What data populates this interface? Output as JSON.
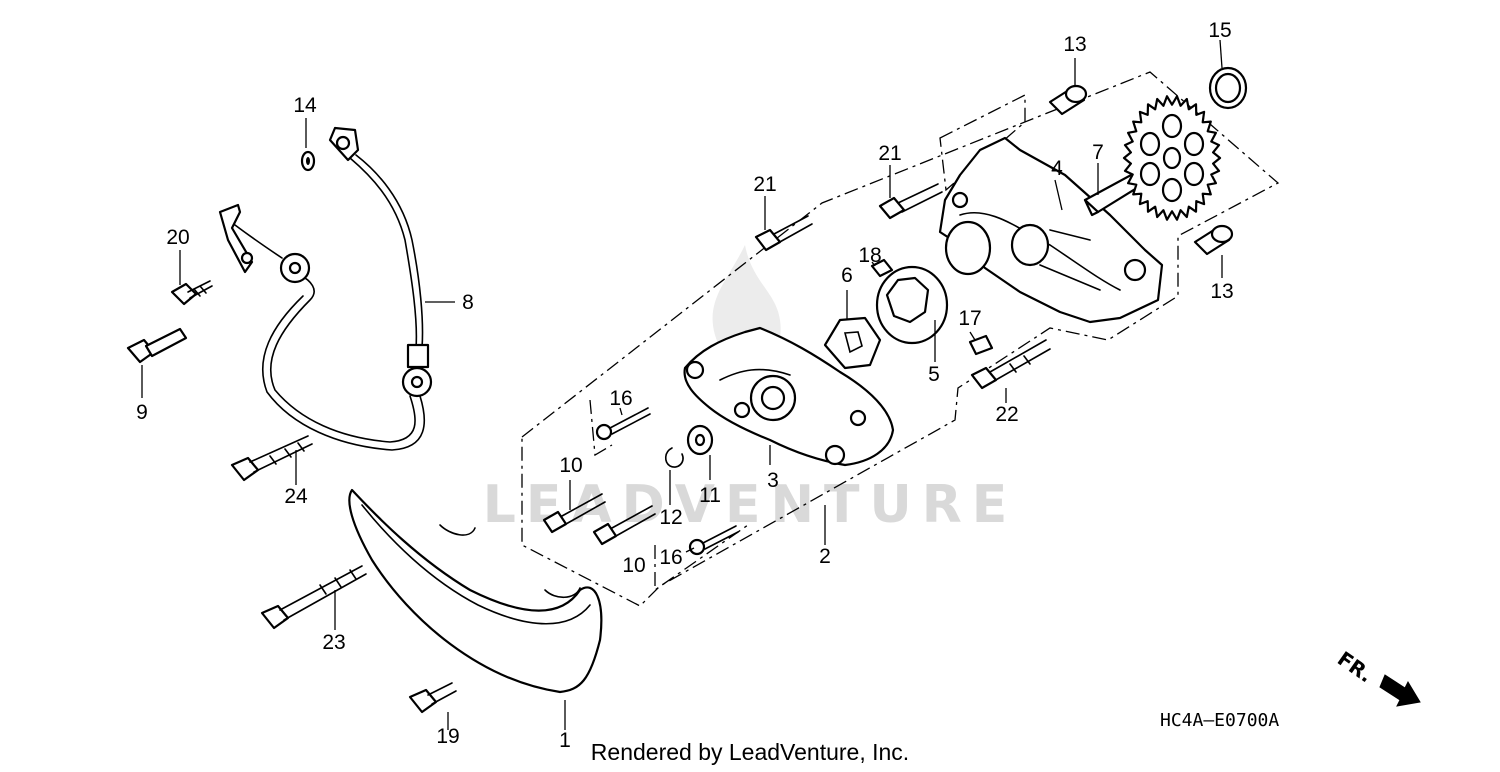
{
  "diagram": {
    "callouts": [
      {
        "id": "c1",
        "text": "1"
      },
      {
        "id": "c2",
        "text": "2"
      },
      {
        "id": "c3",
        "text": "3"
      },
      {
        "id": "c4",
        "text": "4"
      },
      {
        "id": "c5",
        "text": "5"
      },
      {
        "id": "c6",
        "text": "6"
      },
      {
        "id": "c7",
        "text": "7"
      },
      {
        "id": "c8",
        "text": "8"
      },
      {
        "id": "c9",
        "text": "9"
      },
      {
        "id": "c10a",
        "text": "10"
      },
      {
        "id": "c10b",
        "text": "10"
      },
      {
        "id": "c11",
        "text": "11"
      },
      {
        "id": "c12",
        "text": "12"
      },
      {
        "id": "c13a",
        "text": "13"
      },
      {
        "id": "c13b",
        "text": "13"
      },
      {
        "id": "c14",
        "text": "14"
      },
      {
        "id": "c15",
        "text": "15"
      },
      {
        "id": "c16a",
        "text": "16"
      },
      {
        "id": "c16b",
        "text": "16"
      },
      {
        "id": "c17",
        "text": "17"
      },
      {
        "id": "c18",
        "text": "18"
      },
      {
        "id": "c19",
        "text": "19"
      },
      {
        "id": "c20",
        "text": "20"
      },
      {
        "id": "c21a",
        "text": "21"
      },
      {
        "id": "c21b",
        "text": "21"
      },
      {
        "id": "c22",
        "text": "22"
      },
      {
        "id": "c23",
        "text": "23"
      },
      {
        "id": "c24",
        "text": "24"
      }
    ],
    "diagram_code": "HC4A–E0700A",
    "direction_label": "FR.",
    "footer": "Rendered by LeadVenture, Inc.",
    "watermark": "LEADVENTURE"
  }
}
